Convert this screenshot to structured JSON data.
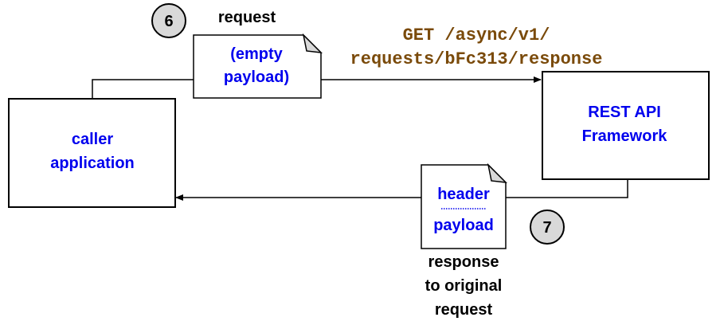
{
  "steps": {
    "request_step": "6",
    "response_step": "7"
  },
  "nodes": {
    "caller": {
      "line1": "caller",
      "line2": "application"
    },
    "rest_api": {
      "line1": "REST API",
      "line2": "Framework"
    }
  },
  "request": {
    "label": "request",
    "doc_line1": "(empty",
    "doc_line2": "payload)",
    "method_path_line1": "GET /async/v1/",
    "method_path_line2": "requests/bFc313/response"
  },
  "response": {
    "doc_header": "header",
    "doc_payload": "payload",
    "label_line1": "response",
    "label_line2": "to original",
    "label_line3": "request"
  },
  "colors": {
    "node_text": "#0000ee",
    "code_text": "#7a4a0a",
    "step_circle": "#d9d9d9"
  }
}
